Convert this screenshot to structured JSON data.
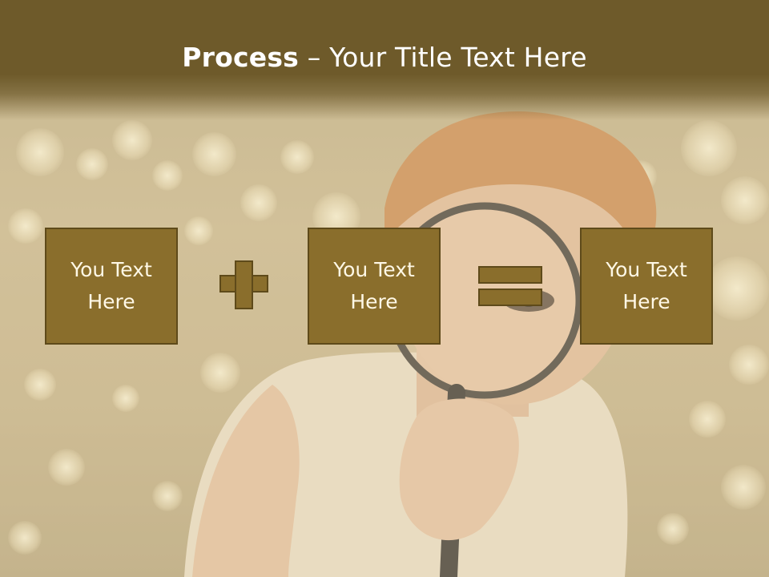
{
  "slide": {
    "title_bold": "Process",
    "title_rest": " – Your Title Text Here",
    "boxes": [
      {
        "text": "You Text Here"
      },
      {
        "text": "You Text Here"
      },
      {
        "text": "You Text Here"
      }
    ],
    "operators": [
      "plus",
      "equals"
    ]
  },
  "colors": {
    "title_bar": "#6e5a2a",
    "box_fill": "#8a6e2c",
    "box_border": "#5e4a1a",
    "text": "#ffffff"
  },
  "background": {
    "icon": "boy-with-magnifying-glass-photo"
  }
}
